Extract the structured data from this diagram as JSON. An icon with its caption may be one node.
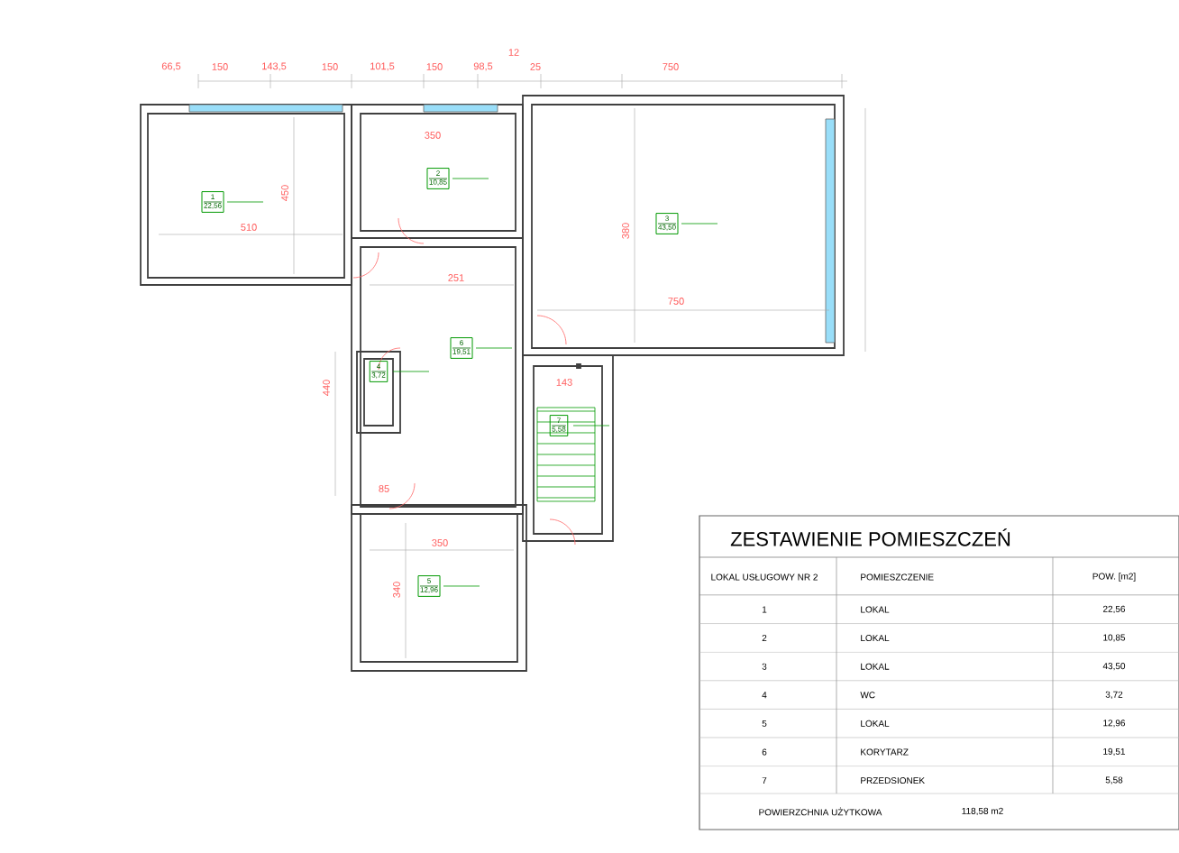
{
  "diagram": {
    "nodes": [
      {
        "text": [
          "1",
          "22,56"
        ]
      },
      {
        "text": [
          "2",
          "10,85"
        ]
      },
      {
        "text": [
          "3",
          "43,50"
        ]
      },
      {
        "text": [
          "4",
          "3,72"
        ]
      },
      {
        "text": [
          "6",
          "19,51"
        ]
      },
      {
        "text": [
          "7",
          "5,58"
        ]
      },
      {
        "text": [
          "5",
          "12,96"
        ]
      }
    ],
    "labels": [
      "66,5",
      "150",
      "143,5",
      "150",
      "101,5",
      "150",
      "98,5",
      "12",
      "25",
      "750",
      "350",
      "510",
      "450",
      "251",
      "750",
      "380",
      "440",
      "143",
      "85",
      "350",
      "340",
      "ZESTAWIENIE POMIESZCZEŃ",
      "LOKAL USŁUGOWY NR 2",
      "POMIESZCZENIE",
      "POW. [m2]",
      "1",
      "LOKAL",
      "22,56",
      "2",
      "LOKAL",
      "10,85",
      "3",
      "LOKAL",
      "43,50",
      "4",
      "WC",
      "3,72",
      "5",
      "LOKAL",
      "12,96",
      "6",
      "KORYTARZ",
      "19,51",
      "7",
      "PRZEDSIONEK",
      "5,58",
      "POWIERZCHNIA UŻYTKOWA",
      "118,58 m2"
    ]
  }
}
